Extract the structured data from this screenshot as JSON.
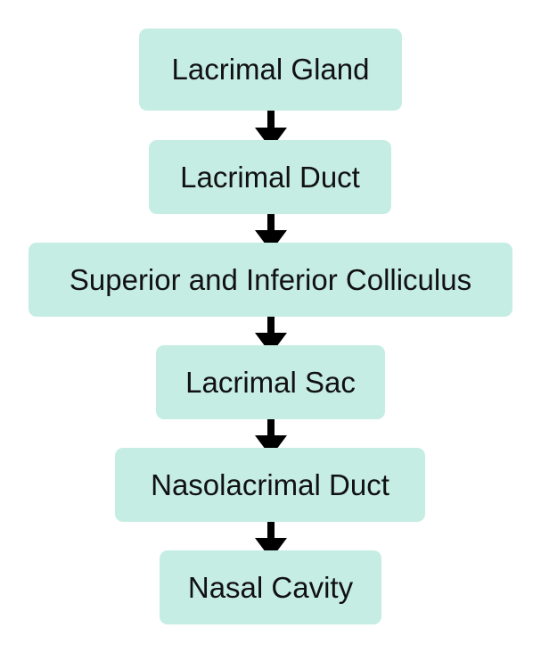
{
  "flowchart": {
    "background_color": "#ffffff",
    "node_fill_color": "#c5ede4",
    "arrow_color": "#000000",
    "nodes": [
      {
        "label": "Lacrimal Gland"
      },
      {
        "label": "Lacrimal Duct"
      },
      {
        "label": "Superior and Inferior Colliculus"
      },
      {
        "label": "Lacrimal Sac"
      },
      {
        "label": "Nasolacrimal Duct"
      },
      {
        "label": "Nasal Cavity"
      }
    ],
    "edges": [
      {
        "from": "Lacrimal Gland",
        "to": "Lacrimal Duct"
      },
      {
        "from": "Lacrimal Duct",
        "to": "Superior and Inferior Colliculus"
      },
      {
        "from": "Superior and Inferior Colliculus",
        "to": "Lacrimal Sac"
      },
      {
        "from": "Lacrimal Sac",
        "to": "Nasolacrimal Duct"
      },
      {
        "from": "Nasolacrimal Duct",
        "to": "Nasal Cavity"
      }
    ]
  }
}
